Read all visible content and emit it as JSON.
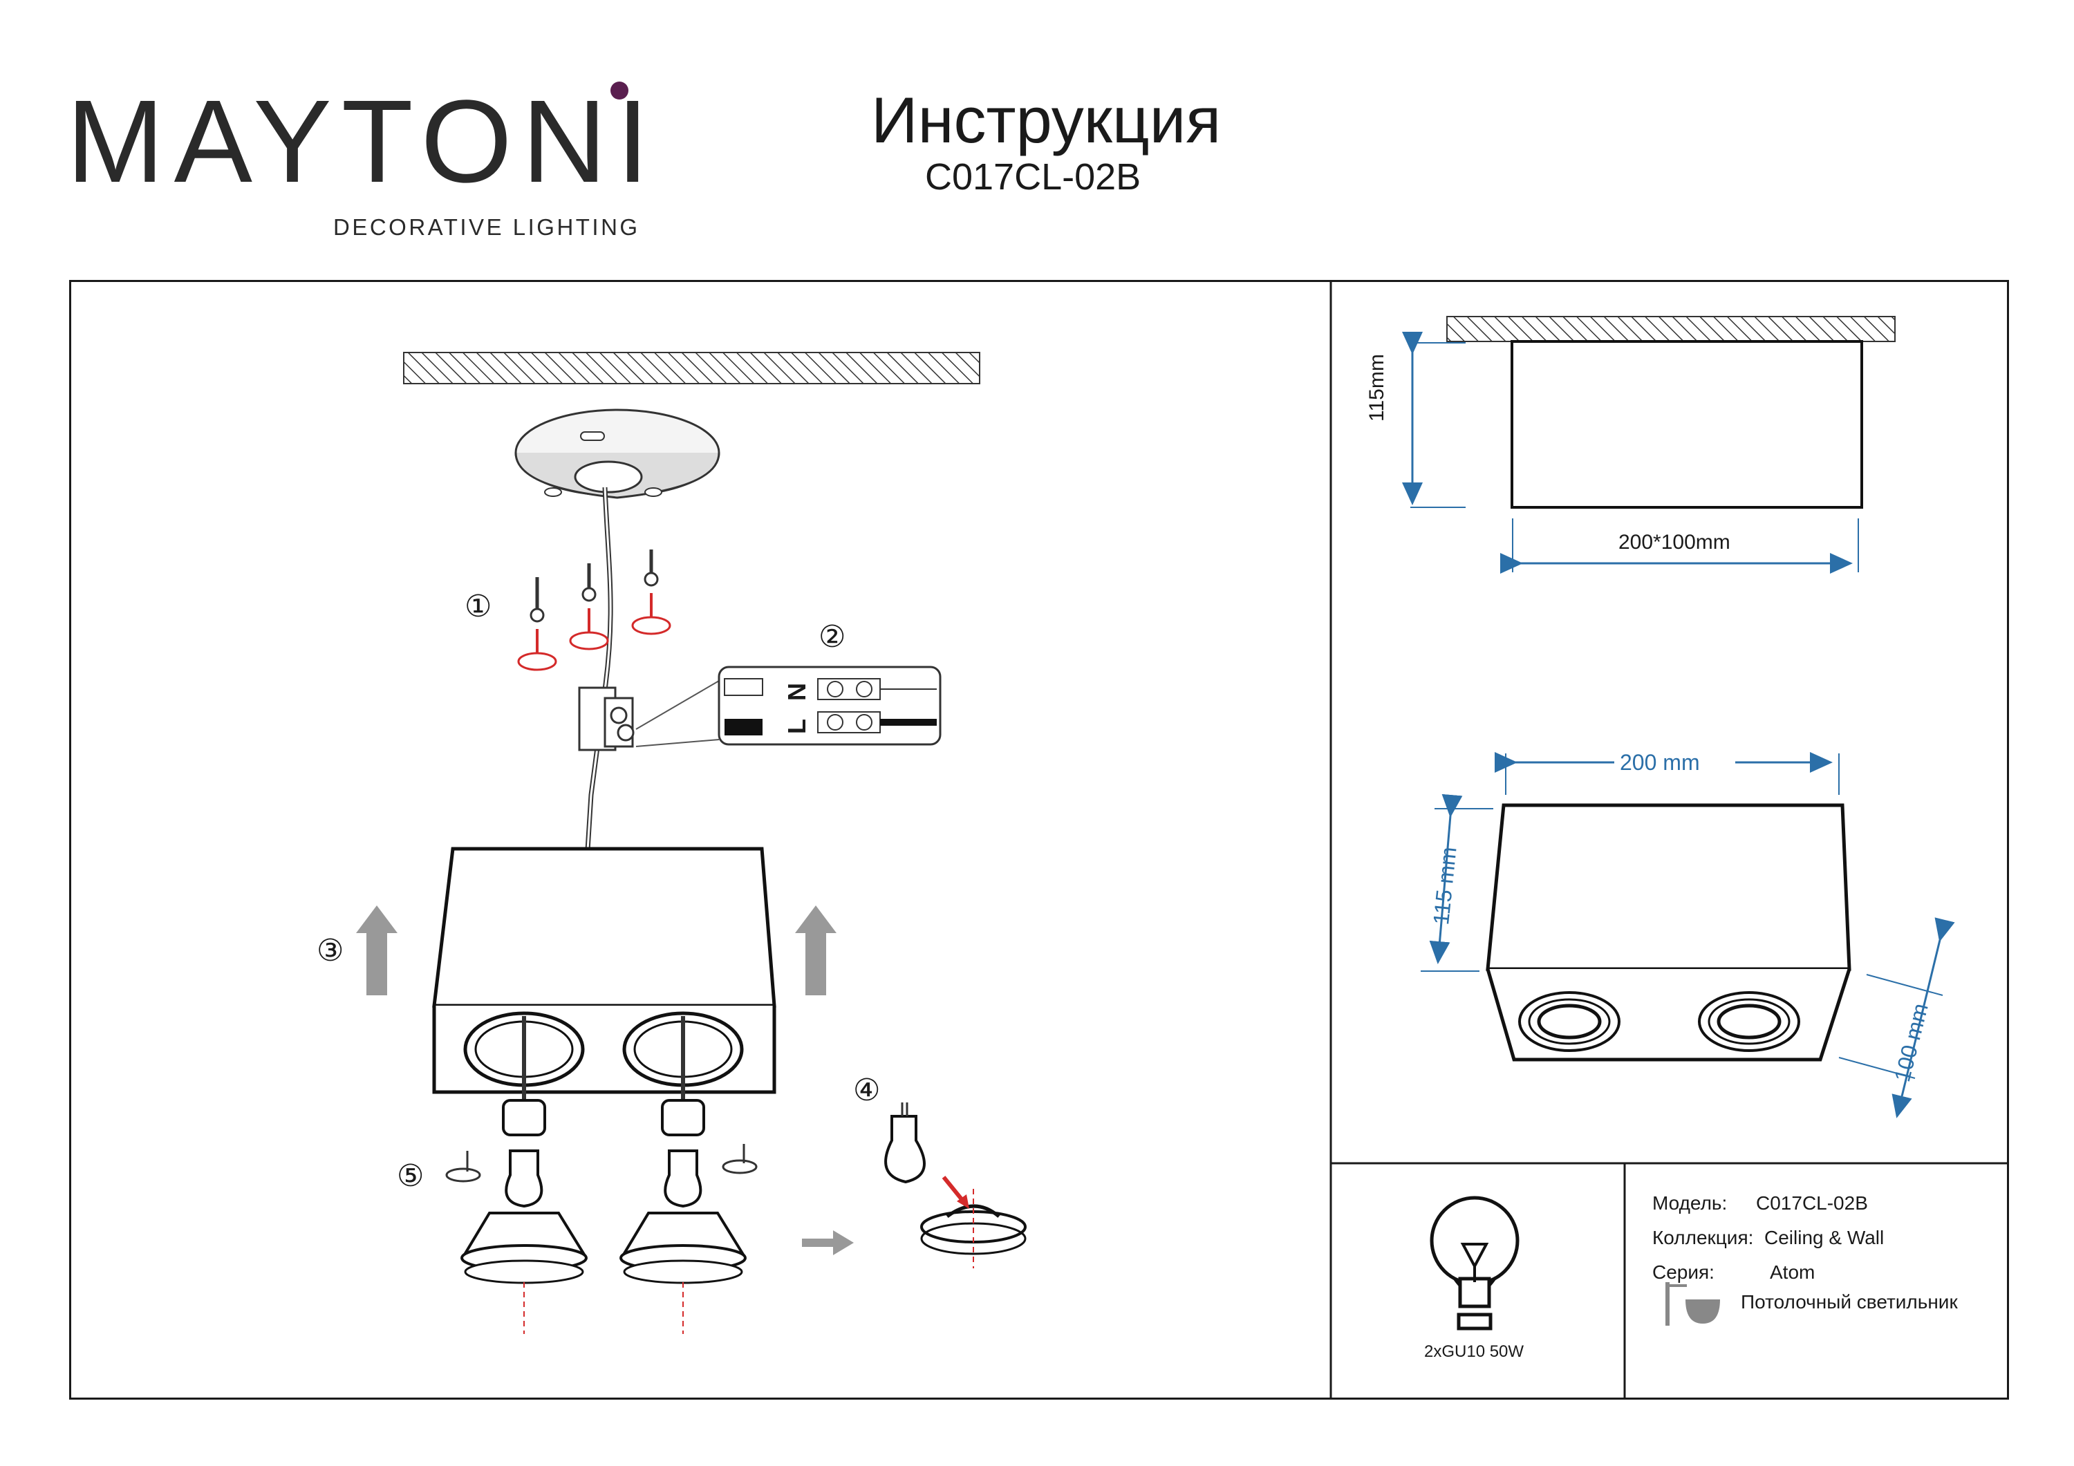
{
  "brand": {
    "name": "MAYTONI",
    "tagline": "DECORATIVE LIGHTING",
    "accent_color": "#5a1f4f"
  },
  "header": {
    "title": "Инструкция",
    "model": "C017CL-02B"
  },
  "steps": [
    "①",
    "②",
    "③",
    "④",
    "⑤"
  ],
  "wiring": {
    "neutral": "N",
    "live": "L"
  },
  "dimensions": {
    "side_height": "115mm",
    "side_footprint": "200*100mm",
    "iso_width": "200 mm",
    "iso_height": "115 mm",
    "iso_depth": "100 mm"
  },
  "lamp": {
    "label": "2xGU10 50W",
    "icon": "bulb-icon"
  },
  "specs": {
    "model_label": "Модель:",
    "model_value": "C017CL-02B",
    "collection_label": "Коллекция:",
    "collection_value": "Ceiling & Wall",
    "series_label": "Серия:",
    "series_value": "Atom",
    "type_value": "Потолочный светильник",
    "type_icon": "ceiling-lamp-icon"
  },
  "colors": {
    "dimension_blue": "#2b6fa8",
    "arrow_red": "#d42a2a",
    "hatch": "#333333"
  }
}
